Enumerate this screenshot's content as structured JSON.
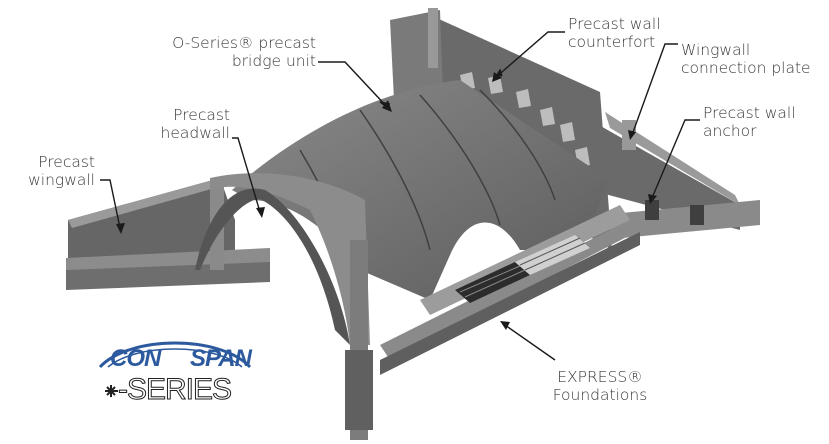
{
  "labels": {
    "bridge_unit": [
      "O-Series® precast",
      "bridge unit"
    ],
    "counterfort": [
      "Precast wall",
      "counterfort"
    ],
    "connection_plate": [
      "Wingwall",
      "connection plate"
    ],
    "headwall": [
      "Precast",
      "headwall"
    ],
    "wall_anchor": [
      "Precast wall",
      "anchor"
    ],
    "wingwall": [
      "Precast",
      "wingwall"
    ],
    "foundations": [
      "EXPRESS®",
      "Foundations"
    ]
  },
  "logo": {
    "con": "CON",
    "span": "SPAN",
    "series": "-SERIES"
  },
  "colors": {
    "concrete_dark": "#5f5f5f",
    "concrete_mid": "#7b7b7b",
    "concrete_light": "#a9a9a9",
    "leader": "#1a1a1a",
    "brand_blue": "#2d5a9e"
  }
}
